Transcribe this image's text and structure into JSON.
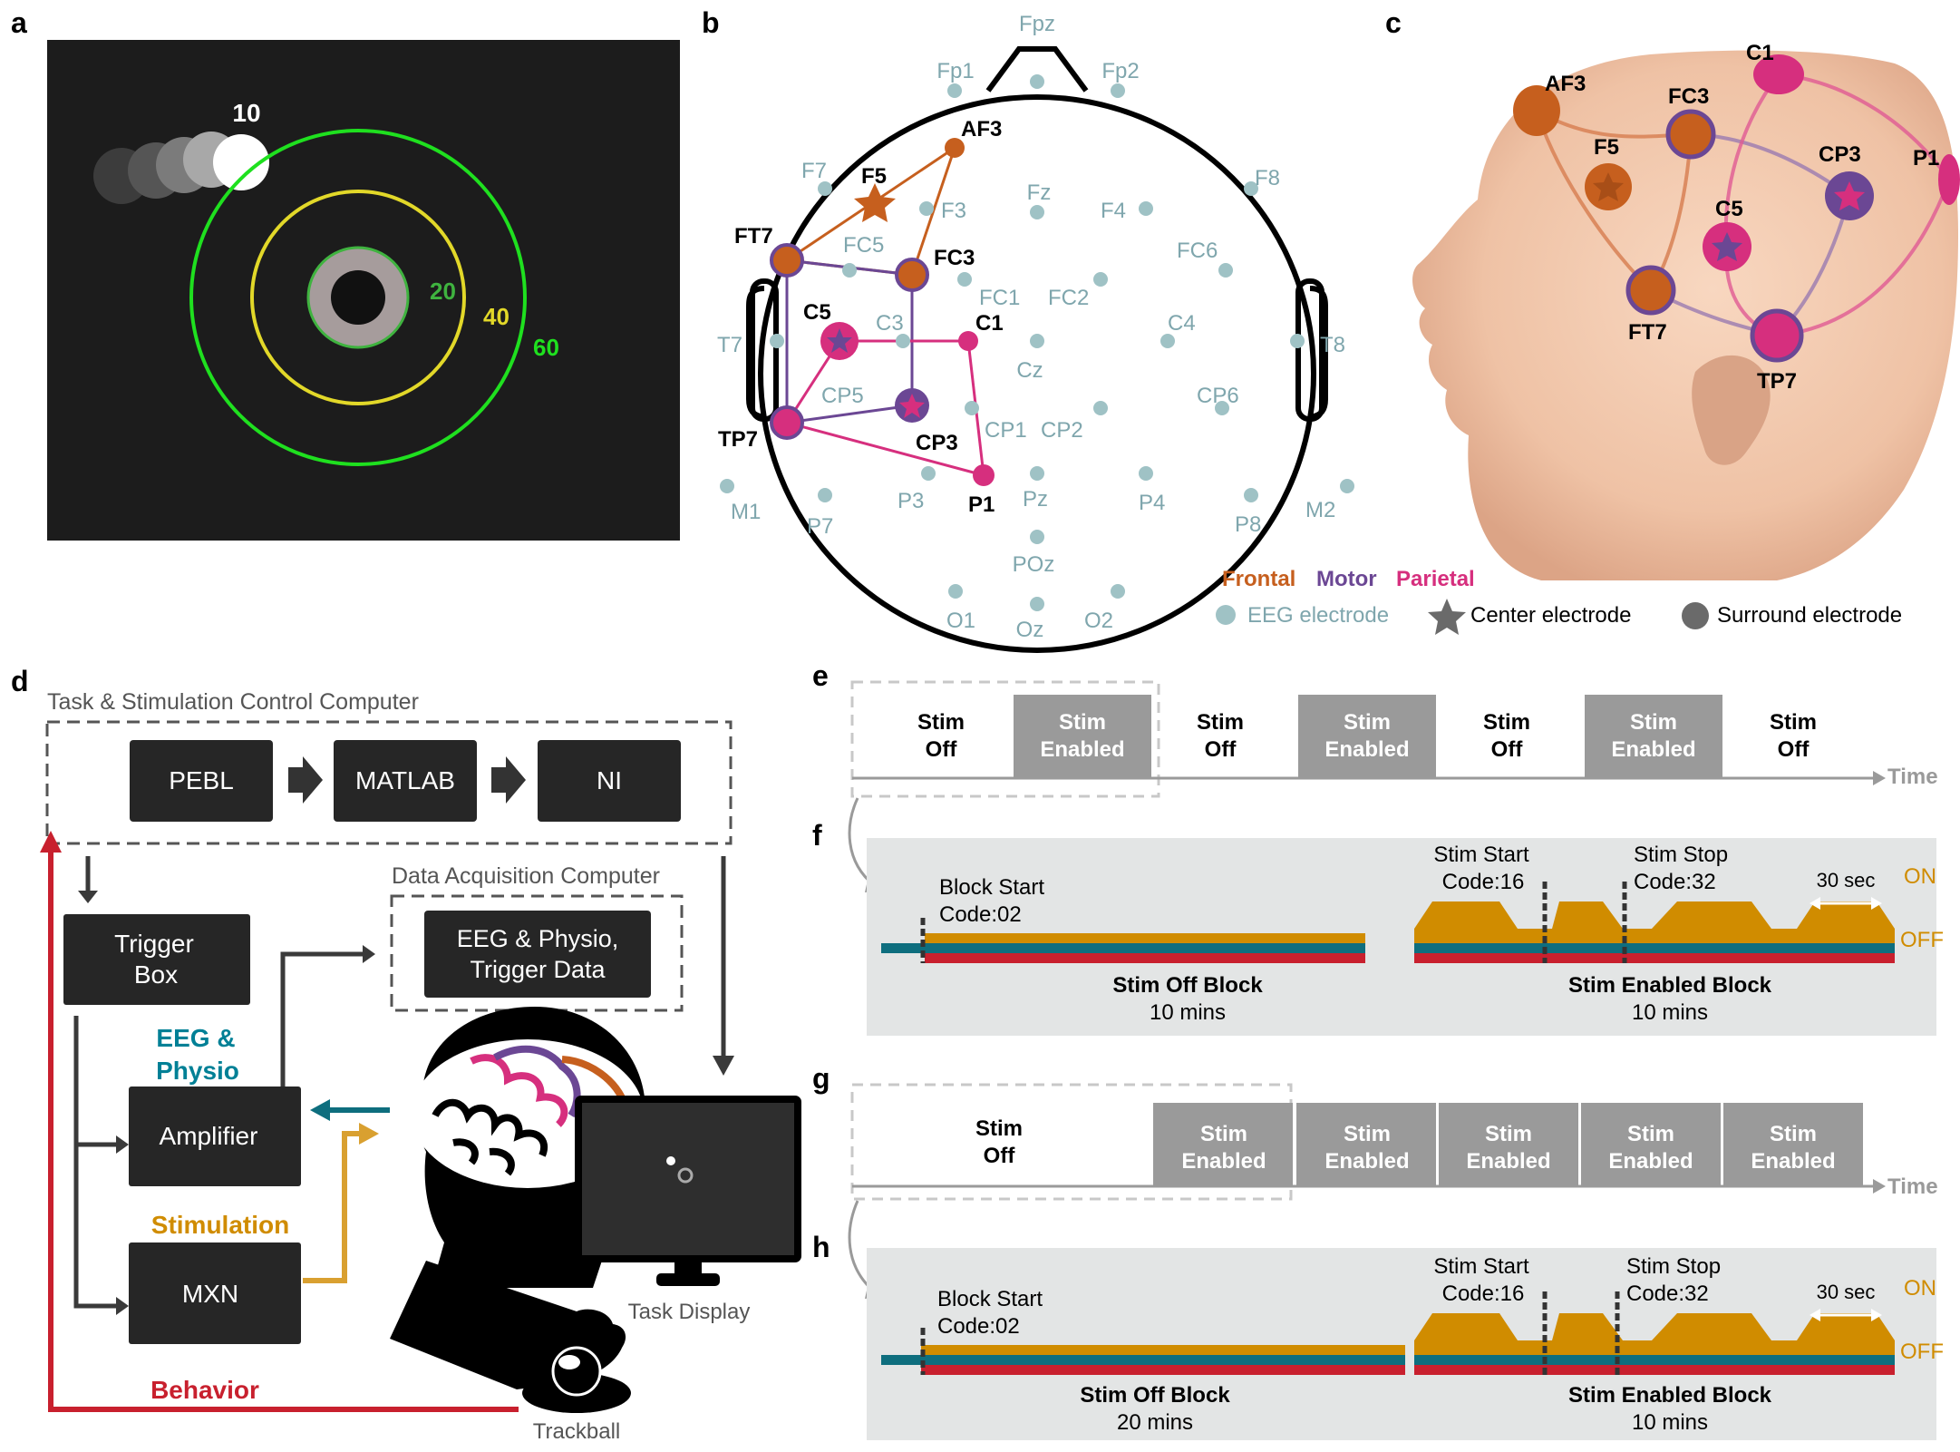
{
  "panel_labels": [
    "a",
    "b",
    "c",
    "d",
    "e",
    "f",
    "g",
    "h"
  ],
  "colors": {
    "frontal": "#c65f1e",
    "motor": "#6b4794",
    "parietal": "#d62f7e",
    "eeg_electrode": "#9fc2c5",
    "eeg_text": "#008096",
    "stim_text": "#d08c00",
    "behavior": "#c8202e",
    "dark_box": "#262626",
    "gray_box": "#9a9a9a",
    "panel_bg": "#e3e5e5",
    "green_ring": "#1fe01f",
    "yellow_ring": "#e2d829"
  },
  "panel_a": {
    "target_number": "10",
    "ring_labels": [
      "20",
      "40",
      "60"
    ]
  },
  "panel_b": {
    "electrodes_plain": [
      "Fpz",
      "Fp1",
      "Fp2",
      "F7",
      "F3",
      "Fz",
      "F4",
      "F8",
      "FC5",
      "FC1",
      "FC2",
      "FC6",
      "T7",
      "C3",
      "Cz",
      "C4",
      "T8",
      "CP5",
      "CP1",
      "CP2",
      "CP6",
      "M1",
      "P7",
      "P3",
      "Pz",
      "P4",
      "P8",
      "M2",
      "POz",
      "O1",
      "Oz",
      "O2"
    ],
    "electrodes_bold": [
      "AF3",
      "F5",
      "FT7",
      "FC3",
      "C5",
      "C1",
      "TP7",
      "CP3",
      "P1"
    ],
    "legend_regions": [
      "Frontal",
      "Motor",
      "Parietal"
    ],
    "legend_markers": [
      "EEG electrode",
      "Center electrode",
      "Surround electrode"
    ]
  },
  "panel_c": {
    "electrode_labels": [
      "AF3",
      "F5",
      "FC3",
      "C1",
      "CP3",
      "P1",
      "C5",
      "FT7",
      "TP7"
    ]
  },
  "panel_d": {
    "control_computer_title": "Task & Stimulation Control Computer",
    "pipeline": [
      "PEBL",
      "MATLAB",
      "NI"
    ],
    "acquisition_title": "Data Acquisition Computer",
    "acquisition_box": [
      "EEG & Physio,",
      "Trigger Data"
    ],
    "trigger_box": [
      "Trigger",
      "Box"
    ],
    "eeg_label": [
      "EEG &",
      "Physio"
    ],
    "amplifier": "Amplifier",
    "stimulation_label": "Stimulation",
    "mxn": "MXN",
    "behavior_label": "Behavior",
    "trackball_label": "Trackball",
    "display_label": "Task Display"
  },
  "panel_e": {
    "blocks": [
      {
        "line1": "Stim",
        "line2": "Off",
        "enabled": false
      },
      {
        "line1": "Stim",
        "line2": "Enabled",
        "enabled": true
      },
      {
        "line1": "Stim",
        "line2": "Off",
        "enabled": false
      },
      {
        "line1": "Stim",
        "line2": "Enabled",
        "enabled": true
      },
      {
        "line1": "Stim",
        "line2": "Off",
        "enabled": false
      },
      {
        "line1": "Stim",
        "line2": "Enabled",
        "enabled": true
      },
      {
        "line1": "Stim",
        "line2": "Off",
        "enabled": false
      }
    ],
    "axis_label": "Time"
  },
  "panel_f": {
    "block_start": [
      "Block Start",
      "Code:02"
    ],
    "stim_start": [
      "Stim Start",
      "Code:16"
    ],
    "stim_stop": [
      "Stim Stop",
      "Code:32"
    ],
    "duration_marker": "30 sec",
    "on_label": "ON",
    "off_label": "OFF",
    "off_block": [
      "Stim Off Block",
      "10 mins"
    ],
    "enabled_block": [
      "Stim Enabled Block",
      "10 mins"
    ]
  },
  "panel_g": {
    "blocks": [
      {
        "line1": "Stim",
        "line2": "Off",
        "enabled": false
      },
      {
        "line1": "Stim",
        "line2": "Enabled",
        "enabled": true
      },
      {
        "line1": "Stim",
        "line2": "Enabled",
        "enabled": true
      },
      {
        "line1": "Stim",
        "line2": "Enabled",
        "enabled": true
      },
      {
        "line1": "Stim",
        "line2": "Enabled",
        "enabled": true
      },
      {
        "line1": "Stim",
        "line2": "Enabled",
        "enabled": true
      }
    ],
    "axis_label": "Time"
  },
  "panel_h": {
    "block_start": [
      "Block Start",
      "Code:02"
    ],
    "stim_start": [
      "Stim Start",
      "Code:16"
    ],
    "stim_stop": [
      "Stim Stop",
      "Code:32"
    ],
    "duration_marker": "30 sec",
    "on_label": "ON",
    "off_label": "OFF",
    "off_block": [
      "Stim Off Block",
      "20 mins"
    ],
    "enabled_block": [
      "Stim Enabled Block",
      "10 mins"
    ]
  }
}
